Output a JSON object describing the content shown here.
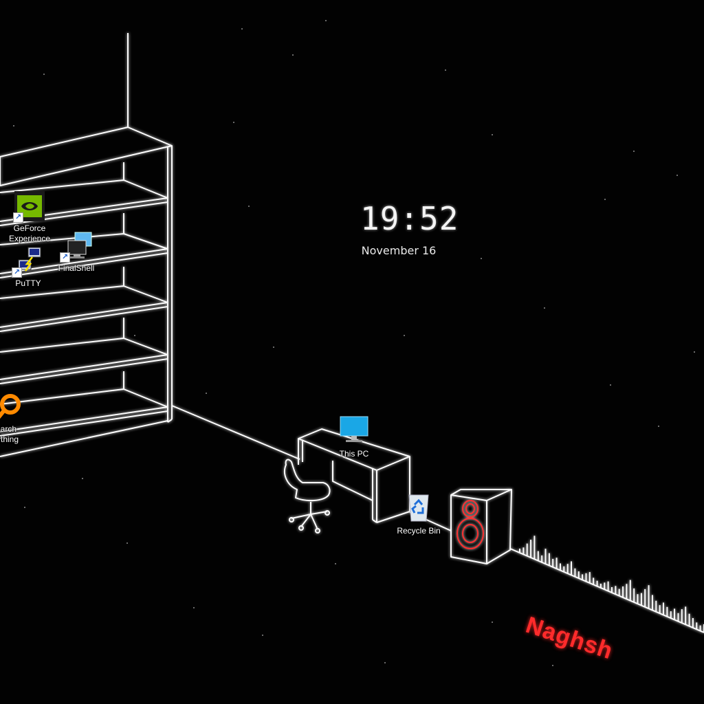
{
  "clock": {
    "time": "19:52",
    "date": "November 16"
  },
  "icons": {
    "geforce": {
      "label": "GeForce Experience",
      "icon": "nvidia-icon"
    },
    "putty": {
      "label": "PuTTY",
      "icon": "putty-icon"
    },
    "finalshell": {
      "label": "FinalShell",
      "icon": "monitors-icon"
    },
    "everything": {
      "label": "earch\nrything",
      "icon": "magnifier-icon"
    },
    "thispc": {
      "label": "This PC",
      "icon": "monitor-icon"
    },
    "recycle": {
      "label": "Recycle Bin",
      "icon": "recycle-bin-icon"
    }
  },
  "branding": {
    "text": "Naghsh",
    "color": "#ff2b2b"
  },
  "colors": {
    "background": "#020202",
    "line": "#ffffff",
    "speaker_accent": "#ff3030"
  }
}
